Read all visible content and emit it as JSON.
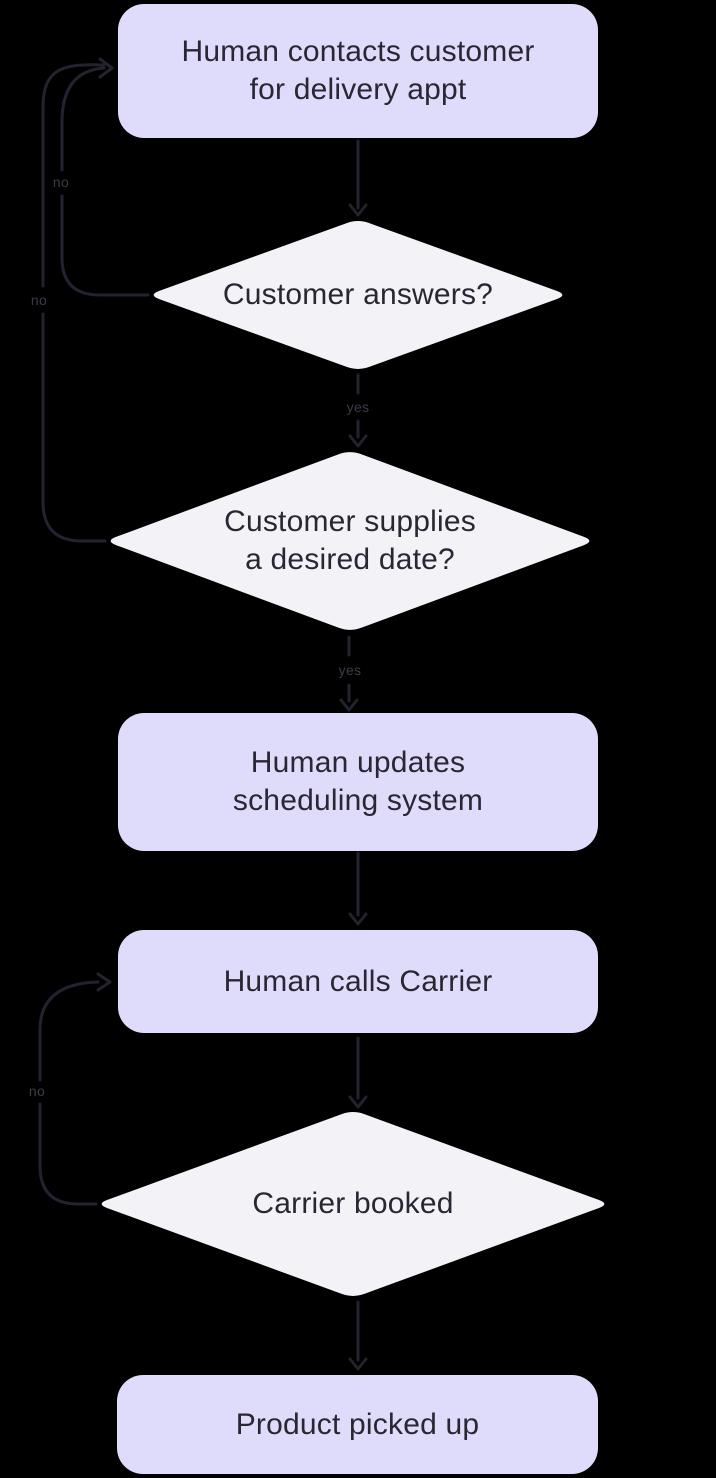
{
  "flowchart": {
    "nodes": [
      {
        "id": "contact-customer",
        "shape": "rounded-rect",
        "label": "Human contacts customer\nfor delivery appt"
      },
      {
        "id": "customer-answers",
        "shape": "diamond",
        "label": "Customer answers?"
      },
      {
        "id": "supplies-date",
        "shape": "diamond",
        "label": "Customer supplies\na desired date?"
      },
      {
        "id": "update-scheduling",
        "shape": "rounded-rect",
        "label": "Human updates\nscheduling system"
      },
      {
        "id": "calls-carrier",
        "shape": "rounded-rect",
        "label": "Human calls Carrier"
      },
      {
        "id": "carrier-booked",
        "shape": "diamond",
        "label": "Carrier booked"
      },
      {
        "id": "product-picked-up",
        "shape": "rounded-rect",
        "label": "Product picked up"
      }
    ],
    "edges": [
      {
        "from": "contact-customer",
        "to": "customer-answers",
        "label": ""
      },
      {
        "from": "customer-answers",
        "to": "supplies-date",
        "label": "yes"
      },
      {
        "from": "customer-answers",
        "to": "contact-customer",
        "label": "no"
      },
      {
        "from": "supplies-date",
        "to": "update-scheduling",
        "label": "yes"
      },
      {
        "from": "supplies-date",
        "to": "contact-customer",
        "label": "no"
      },
      {
        "from": "update-scheduling",
        "to": "calls-carrier",
        "label": ""
      },
      {
        "from": "calls-carrier",
        "to": "carrier-booked",
        "label": ""
      },
      {
        "from": "carrier-booked",
        "to": "product-picked-up",
        "label": ""
      },
      {
        "from": "carrier-booked",
        "to": "calls-carrier",
        "label": "no"
      }
    ],
    "colors": {
      "background": "#000000",
      "process_fill": "#DFDBFB",
      "decision_fill": "#F3F3F7",
      "node_text": "#2A2633",
      "edge_line": "#23232F",
      "edge_label_text": "#3C3C48"
    }
  }
}
